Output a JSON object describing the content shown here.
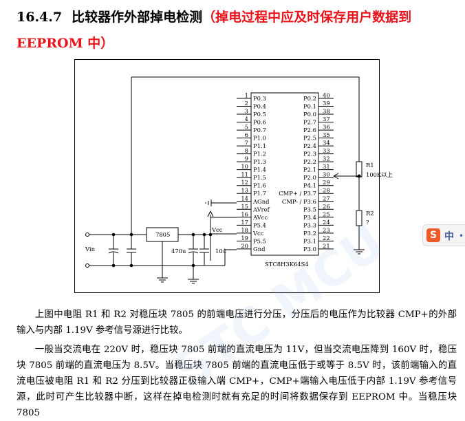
{
  "heading": {
    "number": "16.4.7",
    "title": "比较器作外部掉电检测",
    "note_line1": "（掉电过程中应及时保存用户数据到",
    "note_line2": "EEPROM 中）"
  },
  "schematic": {
    "chip_name": "STC8H3K64S4",
    "left_pins": [
      {
        "num": "1",
        "label": "P0.3"
      },
      {
        "num": "2",
        "label": "P0.4"
      },
      {
        "num": "3",
        "label": "P0.5"
      },
      {
        "num": "4",
        "label": "P0.6"
      },
      {
        "num": "5",
        "label": "P0.7"
      },
      {
        "num": "6",
        "label": "P1.0"
      },
      {
        "num": "7",
        "label": "P1.1"
      },
      {
        "num": "8",
        "label": "P1.2"
      },
      {
        "num": "9",
        "label": "P1.3"
      },
      {
        "num": "10",
        "label": "P1.4"
      },
      {
        "num": "11",
        "label": "P1.5"
      },
      {
        "num": "12",
        "label": "P1.6"
      },
      {
        "num": "13",
        "label": "P1.7"
      },
      {
        "num": "14",
        "label": "AGnd"
      },
      {
        "num": "15",
        "label": "AVref"
      },
      {
        "num": "16",
        "label": "AVcc"
      },
      {
        "num": "17",
        "label": "P5.4"
      },
      {
        "num": "18",
        "label": "Vcc"
      },
      {
        "num": "19",
        "label": "P5.5"
      },
      {
        "num": "20",
        "label": "Gnd"
      }
    ],
    "right_pins": [
      {
        "num": "40",
        "label": "P0.2"
      },
      {
        "num": "39",
        "label": "P0.1"
      },
      {
        "num": "38",
        "label": "P0.0"
      },
      {
        "num": "37",
        "label": "P2.7"
      },
      {
        "num": "36",
        "label": "P2.6"
      },
      {
        "num": "35",
        "label": "P2.5"
      },
      {
        "num": "34",
        "label": "P2.4"
      },
      {
        "num": "33",
        "label": "P2.3"
      },
      {
        "num": "32",
        "label": "P2.2"
      },
      {
        "num": "31",
        "label": "P2.1"
      },
      {
        "num": "30",
        "label": "P2.0"
      },
      {
        "num": "29",
        "label": "P4.1"
      },
      {
        "num": "28",
        "label": "CMP+ / P3.7"
      },
      {
        "num": "27",
        "label": "CMP- / P3.6"
      },
      {
        "num": "26",
        "label": "P3.5"
      },
      {
        "num": "25",
        "label": "P3.4"
      },
      {
        "num": "24",
        "label": "P3.3"
      },
      {
        "num": "23",
        "label": "P3.2"
      },
      {
        "num": "22",
        "label": "P3.1"
      },
      {
        "num": "21",
        "label": "P3.0"
      }
    ],
    "r1_name": "R1",
    "r1_value": "100K以上",
    "r2_name": "R2",
    "r2_value": "?",
    "regulator": "7805",
    "vin": "Vin",
    "vcc": "Vcc",
    "cap1": "470u",
    "cap2": "104"
  },
  "paragraphs": {
    "p1": "上图中电阻 R1 和 R2 对稳压块 7805 的前端电压进行分压，分压后的电压作为比较器 CMP+的外部输入与内部 1.19V 参考信号源进行比较。",
    "p2": "一般当交流电在 220V 时，稳压块 7805 前端的直流电压为 11V，但当交流电压降到 160V 时，稳压块 7805 前端的直流电压为 8.5V。当稳压块 7805 前端的直流电压低于或等于 8.5V 时，该前端输入的直流电压被电阻 R1 和 R2 分压到比较器正极输入端 CMP+，CMP+端输入电压低于内部 1.19V 参考信号源，此时可产生比较器中断，这样在掉电检测时就有充足的时间将数据保存到 EEPROM 中。当稳压块 7805"
  },
  "watermark": "STC MCU",
  "ime": {
    "logo": "S",
    "lang": "中",
    "extra": "•"
  }
}
